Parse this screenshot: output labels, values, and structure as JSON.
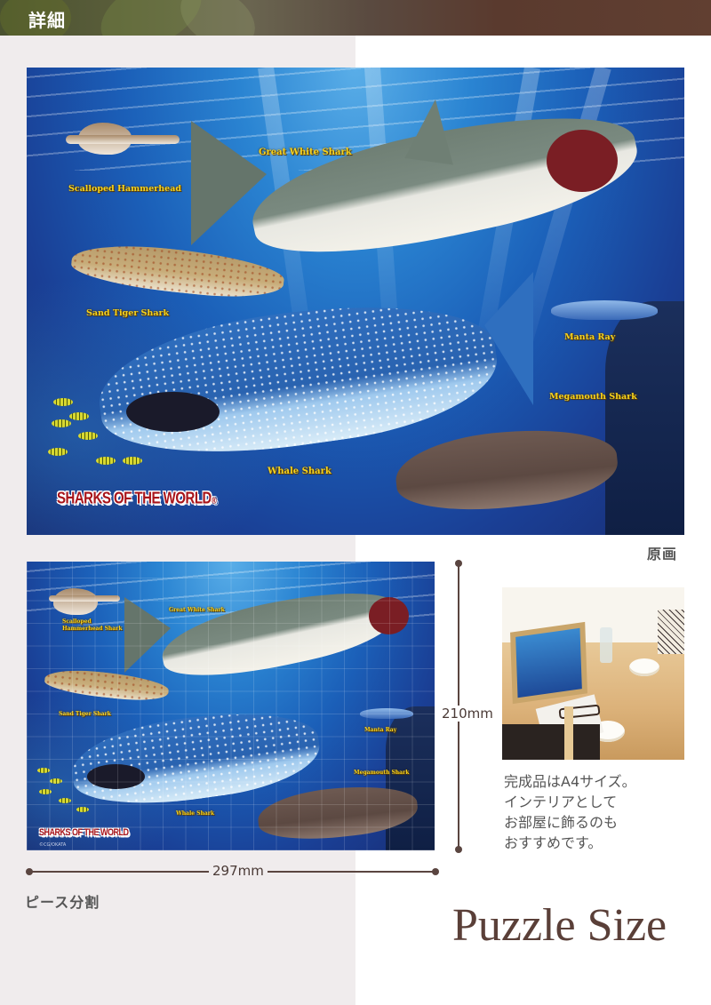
{
  "header": {
    "title": "詳細"
  },
  "original_artwork": {
    "caption": "原画",
    "logo": "SHARKS OF THE WORLD",
    "logo_mark": "®",
    "labels": [
      "Scalloped Hammerhead",
      "Great White Shark",
      "Sand Tiger Shark",
      "Manta Ray",
      "Megamouth Shark",
      "Whale Shark"
    ]
  },
  "puzzle_preview": {
    "logo": "SHARKS OF THE WORLD",
    "copyright": "©CG/OKATA",
    "labels": [
      "Scalloped Hammerhead Shark",
      "Great White Shark",
      "Sand Tiger Shark",
      "Manta Ray",
      "Megamouth Shark",
      "Whale Shark"
    ],
    "height_dimension": "210mm",
    "width_dimension": "297mm",
    "caption": "ピース分割"
  },
  "room_photo": {
    "description_lines": [
      "完成品はA4サイズ。",
      "インテリアとして",
      "お部屋に飾るのも",
      "おすすめです。"
    ]
  },
  "section_title": "Puzzle Size",
  "colors": {
    "header_bg": "#5a4a40",
    "left_panel_bg": "#f0eced",
    "dimension_line": "#5a4540",
    "title_brown": "#5a3f38",
    "label_yellow": "#f5d21e",
    "logo_red": "#a8141a",
    "text_gray": "#555555"
  }
}
